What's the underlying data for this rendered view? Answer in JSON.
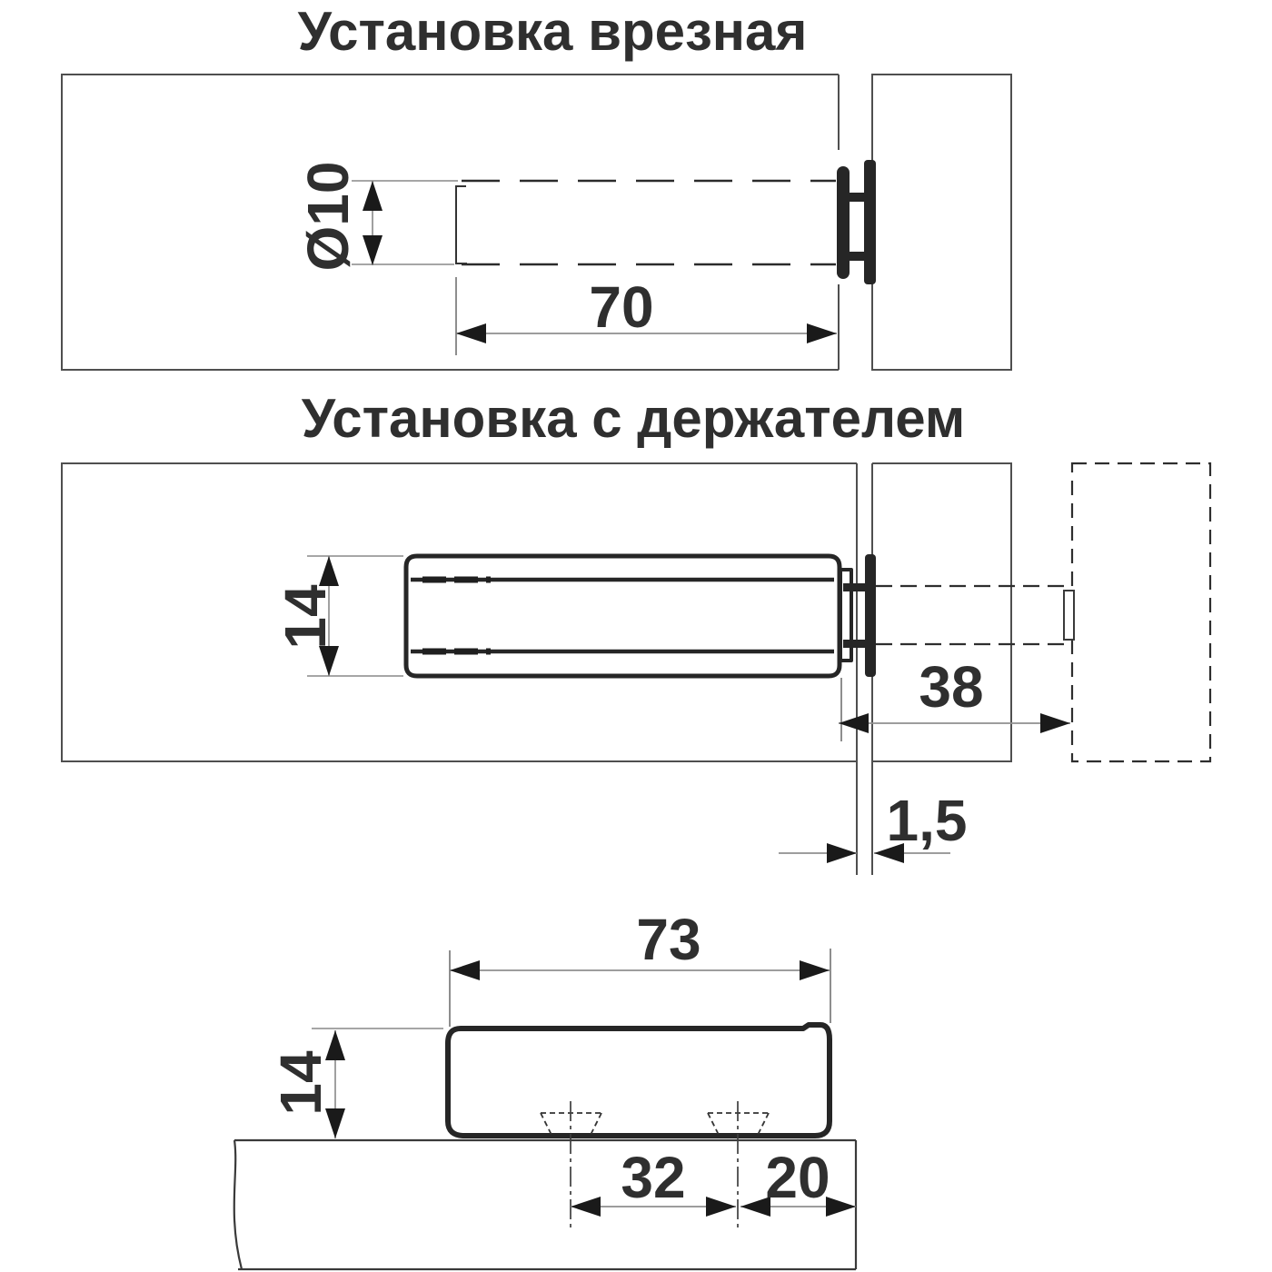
{
  "titles": {
    "mortise": "Установка врезная",
    "with_holder": "Установка с держателем"
  },
  "dimensions": {
    "mortise": {
      "hole_diameter": "Ø10",
      "hole_depth": "70"
    },
    "with_holder": {
      "body_height": "14",
      "extension": "38",
      "gap": "1,5"
    },
    "footprint": {
      "length": "73",
      "height": "14",
      "screw_spacing": "32",
      "edge_offset": "20"
    }
  },
  "colors": {
    "background": "#ffffff",
    "panel_line": "#4f4f4f",
    "hidden_line": "#2b2b2b",
    "device_outline": "#262626",
    "dimension_line": "#8f8f8f",
    "arrow": "#1a1a1a",
    "text": "#2f2f2f"
  }
}
